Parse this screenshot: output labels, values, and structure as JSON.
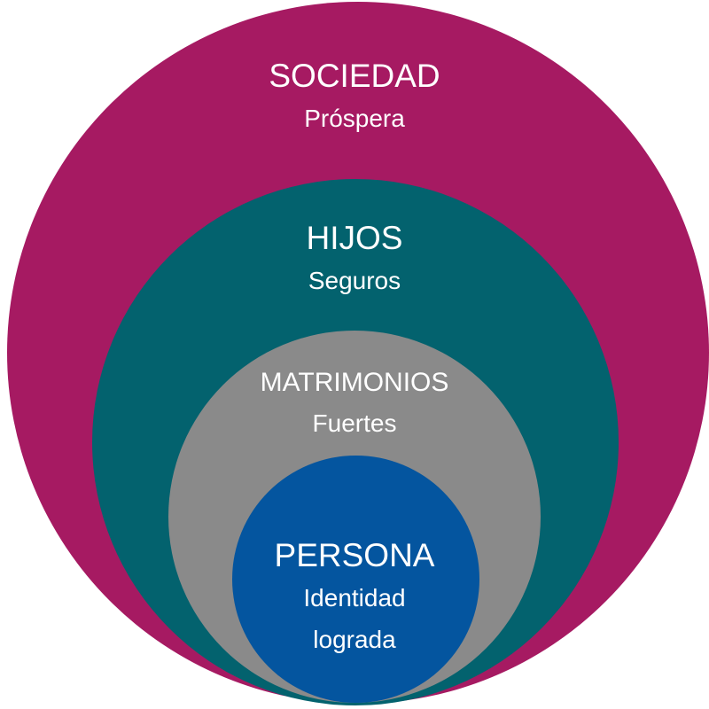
{
  "diagram": {
    "rings": [
      {
        "title": "SOCIEDAD",
        "subtitle": "Próspera",
        "color": "#A61A62"
      },
      {
        "title": "HIJOS",
        "subtitle": "Seguros",
        "color": "#03626E"
      },
      {
        "title": "MATRIMONIOS",
        "subtitle": "Fuertes",
        "color": "#8A8A8A"
      },
      {
        "title": "PERSONA",
        "subtitle_line1": "Identidad",
        "subtitle_line2": "lograda",
        "color": "#04559F"
      }
    ]
  }
}
